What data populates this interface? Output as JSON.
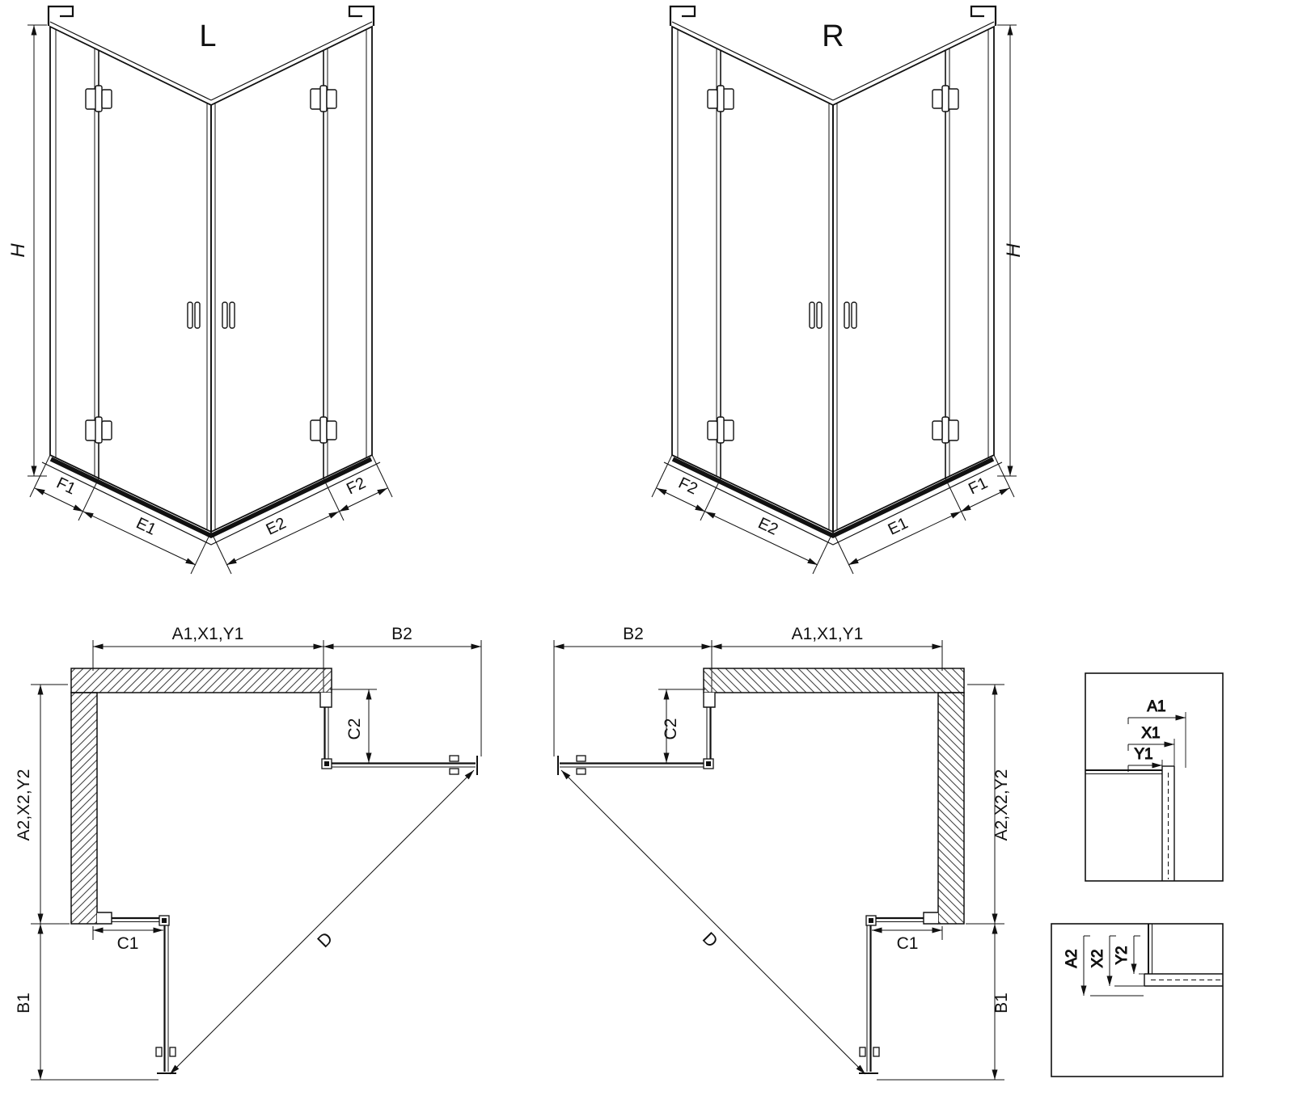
{
  "drawing": {
    "style": {
      "line_color": "#111111",
      "background": "#ffffff"
    },
    "iso_left": {
      "variant": "L",
      "height": "H",
      "widths": {
        "outer_left": "F1",
        "door_left": "E1",
        "door_right": "E2",
        "outer_right": "F2"
      }
    },
    "iso_right": {
      "variant": "R",
      "height": "H",
      "widths": {
        "outer_left": "F2",
        "door_left": "E2",
        "door_right": "E1",
        "outer_right": "F1"
      }
    },
    "plan_left": {
      "top_width": "A1,X1,Y1",
      "open_door_top": "B2",
      "return_top": "C2",
      "side_depth": "A2,X2,Y2",
      "fixed_bottom": "C1",
      "open_door_bottom": "B1",
      "diagonal": "D"
    },
    "plan_right": {
      "top_width": "A1,X1,Y1",
      "open_door_top": "B2",
      "return_top": "C2",
      "side_depth": "A2,X2,Y2",
      "fixed_bottom": "C1",
      "open_door_bottom": "B1",
      "diagonal": "D"
    },
    "detail_width": {
      "dims": [
        "A1",
        "X1",
        "Y1"
      ]
    },
    "detail_depth": {
      "dims": [
        "A2",
        "X2",
        "Y2"
      ]
    }
  }
}
